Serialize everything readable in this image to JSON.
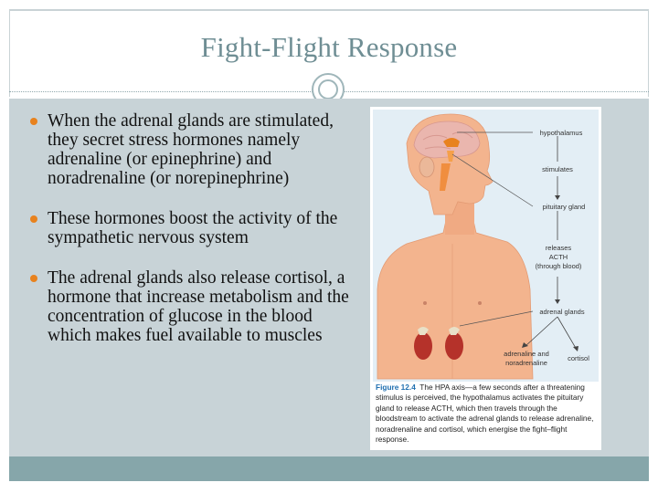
{
  "slide": {
    "title": "Fight-Flight Response",
    "bullets": [
      "When the adrenal glands are stimulated, they secret stress hormones namely adrenaline (or epinephrine) and noradrenaline (or norepinephrine)",
      "These hormones boost the activity of the sympathetic nervous system",
      "The adrenal glands also release cortisol, a hormone that increase metabolism and the concentration of glucose in the blood which makes fuel available to muscles"
    ]
  },
  "figure": {
    "flow": {
      "hypothalamus": "hypothalamus",
      "stimulates": "stimulates",
      "pituitary": "pituitary gland",
      "releases_1": "releases",
      "releases_2": "ACTH",
      "releases_3": "(through blood)",
      "adrenal": "adrenal glands",
      "adrenaline_1": "adrenaline and",
      "adrenaline_2": "noradrenaline",
      "cortisol": "cortisol"
    },
    "caption_label": "Figure 12.4",
    "caption_text": "The HPA axis—a few seconds after a threatening stimulus is perceived, the hypothalamus activates the pituitary gland to release ACTH, which then travels through the bloodstream to activate the adrenal glands to release adrenaline, noradrenaline and cortisol, which energise the fight–flight response."
  },
  "colors": {
    "title": "#6f8e94",
    "content_bg": "#c8d3d7",
    "footer_bg": "#86a6aa",
    "bullet": "#e8821e",
    "caption_label": "#1f6fb0",
    "skin": "#f3b48e"
  }
}
